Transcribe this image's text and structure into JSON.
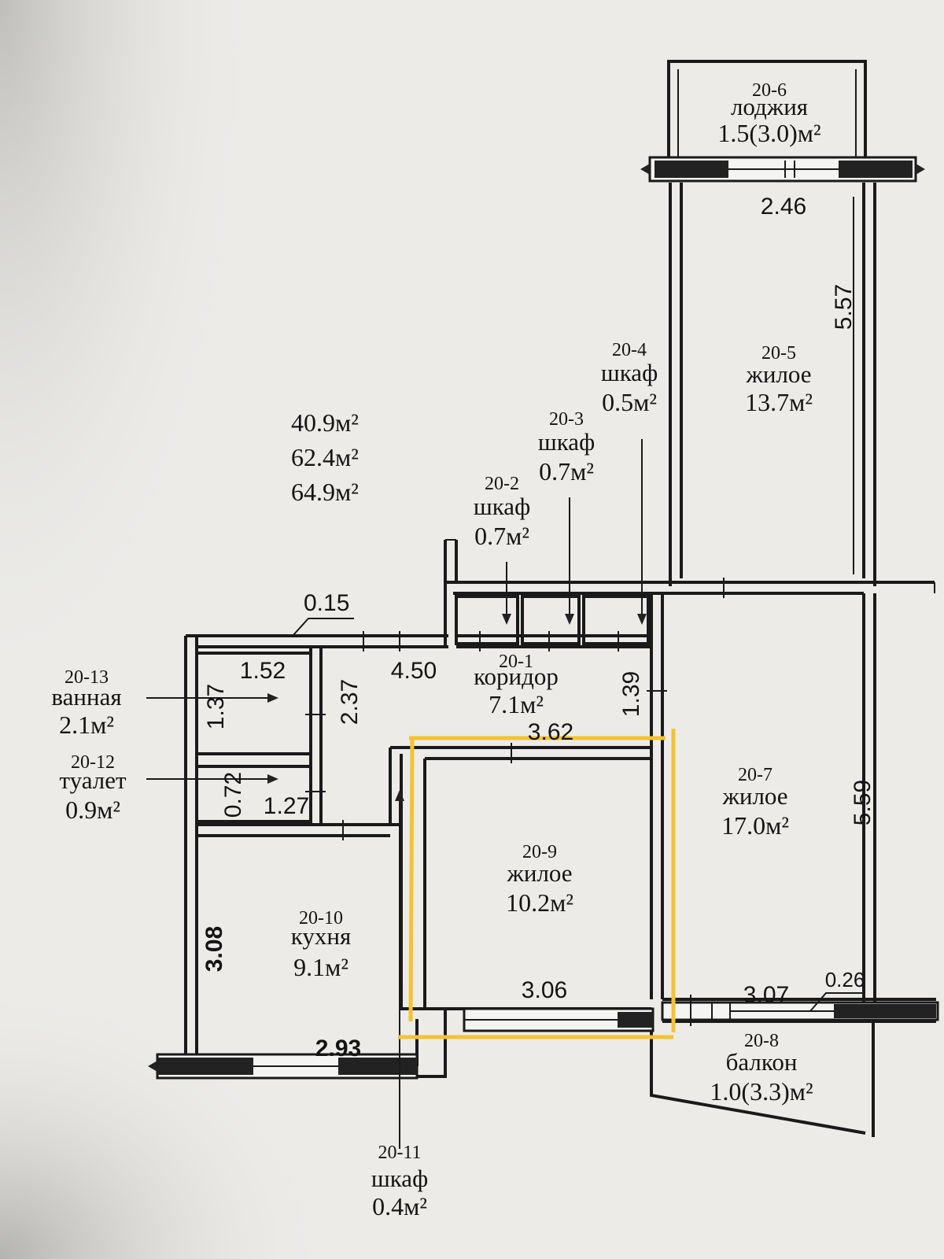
{
  "plan": {
    "totals": [
      "40.9м²",
      "62.4м²",
      "64.9м²"
    ],
    "accent_color": "#f3c332",
    "rooms": [
      {
        "code": "20-1",
        "name": "коридор",
        "area": "7.1м²"
      },
      {
        "code": "20-2",
        "name": "шкаф",
        "area": "0.7м²"
      },
      {
        "code": "20-3",
        "name": "шкаф",
        "area": "0.7м²"
      },
      {
        "code": "20-4",
        "name": "шкаф",
        "area": "0.5м²"
      },
      {
        "code": "20-5",
        "name": "жилое",
        "area": "13.7м²"
      },
      {
        "code": "20-6",
        "name": "лоджия",
        "area": "1.5(3.0)м²"
      },
      {
        "code": "20-7",
        "name": "жилое",
        "area": "17.0м²"
      },
      {
        "code": "20-8",
        "name": "балкон",
        "area": "1.0(3.3)м²"
      },
      {
        "code": "20-9",
        "name": "жилое",
        "area": "10.2м²"
      },
      {
        "code": "20-10",
        "name": "кухня",
        "area": "9.1м²"
      },
      {
        "code": "20-11",
        "name": "шкаф",
        "area": "0.4м²"
      },
      {
        "code": "20-12",
        "name": "туалет",
        "area": "0.9м²"
      },
      {
        "code": "20-13",
        "name": "ванная",
        "area": "2.1м²"
      }
    ],
    "dimensions": {
      "loggia_width": "2.46",
      "room5_length": "5.57",
      "wall_015": "0.15",
      "bath_width": "1.52",
      "bath_depth": "1.37",
      "corridor_length": "4.50",
      "corridor_depth": "2.37",
      "corridor_short": "1.39",
      "corridor_362": "3.62",
      "toilet_depth": "0.72",
      "toilet_width": "1.27",
      "room7_length": "5.59",
      "kitchen_depth": "3.08",
      "kitchen_width": "2.93",
      "room9_width": "3.06",
      "balcony_width": "3.07",
      "balcony_026": "0.26"
    }
  }
}
